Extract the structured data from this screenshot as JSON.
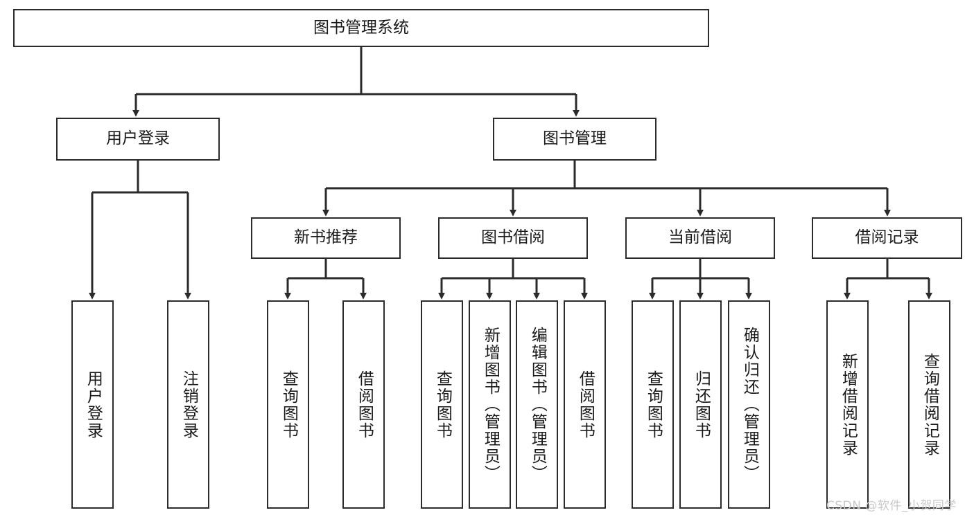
{
  "diagram": {
    "title": "图书管理系统",
    "type": "tree-hierarchy-diagram",
    "root": {
      "id": "root",
      "label": "图书管理系统"
    },
    "level2": [
      {
        "id": "user-login",
        "label": "用户登录"
      },
      {
        "id": "book-manage",
        "label": "图书管理"
      }
    ],
    "level3": [
      {
        "id": "new-book-rec",
        "label": "新书推荐"
      },
      {
        "id": "book-borrow",
        "label": "图书借阅"
      },
      {
        "id": "current-borrow",
        "label": "当前借阅"
      },
      {
        "id": "borrow-record",
        "label": "借阅记录"
      }
    ],
    "leaves": [
      {
        "id": "leaf-user-login",
        "label": "用户登录",
        "parent": "user-login"
      },
      {
        "id": "leaf-logout",
        "label": "注销登录",
        "parent": "user-login"
      },
      {
        "id": "leaf-query-book-1",
        "label": "查询图书",
        "parent": "new-book-rec"
      },
      {
        "id": "leaf-borrow-book-1",
        "label": "借阅图书",
        "parent": "new-book-rec"
      },
      {
        "id": "leaf-query-book-2",
        "label": "查询图书",
        "parent": "book-borrow"
      },
      {
        "id": "leaf-add-book",
        "label": "新增图书（管理员）",
        "parent": "book-borrow"
      },
      {
        "id": "leaf-edit-book",
        "label": "编辑图书（管理员）",
        "parent": "book-borrow"
      },
      {
        "id": "leaf-borrow-book-2",
        "label": "借阅图书",
        "parent": "book-borrow"
      },
      {
        "id": "leaf-query-book-3",
        "label": "查询图书",
        "parent": "current-borrow"
      },
      {
        "id": "leaf-return-book",
        "label": "归还图书",
        "parent": "current-borrow"
      },
      {
        "id": "leaf-confirm-return",
        "label": "确认归还（管理员）",
        "parent": "current-borrow"
      },
      {
        "id": "leaf-add-record",
        "label": "新增借阅记录",
        "parent": "borrow-record"
      },
      {
        "id": "leaf-query-record",
        "label": "查询借阅记录",
        "parent": "borrow-record"
      }
    ],
    "watermark": "CSDN @软件_小贺同学",
    "colors": {
      "border": "#2b2b2b",
      "background": "#ffffff",
      "text": "#1a1a1a",
      "watermark": "#c9c9c9"
    }
  }
}
